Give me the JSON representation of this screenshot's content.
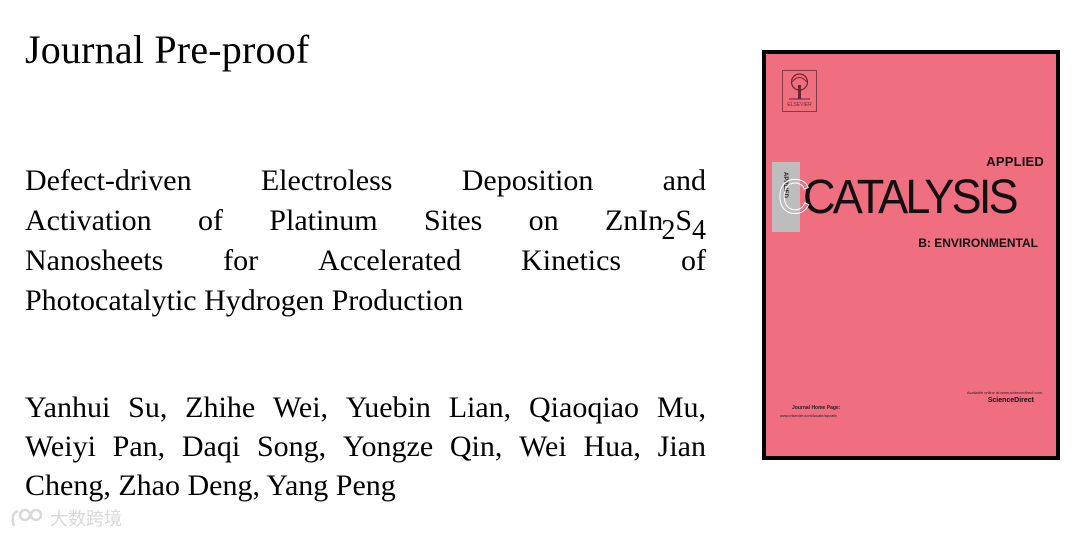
{
  "heading": "Journal Pre-proof",
  "title": {
    "line1": [
      "Defect-driven",
      "Electroless",
      "Deposition",
      "and"
    ],
    "line2": {
      "words": [
        "Activation",
        "of",
        "Platinum",
        "Sites",
        "on"
      ],
      "formula_base": "ZnIn",
      "formula_sub1": "2",
      "formula_mid": "S",
      "formula_sub2": "4"
    },
    "line3": [
      "Nanosheets",
      "for",
      "Accelerated",
      "Kinetics",
      "of"
    ],
    "line4": "Photocatalytic Hydrogen Production"
  },
  "authors": {
    "line1": [
      "Yanhui",
      "Su,",
      "Zhihe",
      "Wei,",
      "Yuebin",
      "Lian,",
      "Qiaoqiao",
      "Mu,"
    ],
    "line2": [
      "Weiyi",
      "Pan,",
      "Daqi",
      "Song,",
      "Yongze",
      "Qin,",
      "Wei",
      "Hua,",
      "Jian"
    ],
    "line3": "Cheng, Zhao Deng, Yang Peng"
  },
  "cover": {
    "background": "#ef6e7f",
    "publisher": "ELSEVIER",
    "spine_text": "APPLIED",
    "applied": "APPLIED",
    "catalysis": "CATALYSIS",
    "c_outline": "C",
    "subtitle": "B: ENVIRONMENTAL",
    "available": "Available online at www.sciencedirect.com",
    "sciencedirect": "ScienceDirect",
    "journal_home": "Journal Home Page:",
    "journal_url": "www.elsevier.com/locate/apcatb"
  },
  "watermark": "大数跨境"
}
